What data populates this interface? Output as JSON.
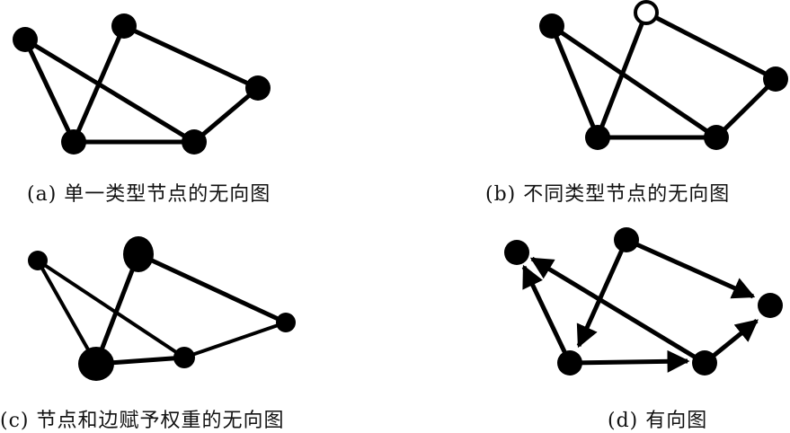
{
  "captions": {
    "a": "(a) 单一类型节点的无向图",
    "b": "(b) 不同类型节点的无向图",
    "c": "(c) 节点和边赋予权重的无向图",
    "d": "(d) 有向图"
  },
  "colors": {
    "ink": "#000000",
    "open_node_fill": "#ffffff"
  }
}
